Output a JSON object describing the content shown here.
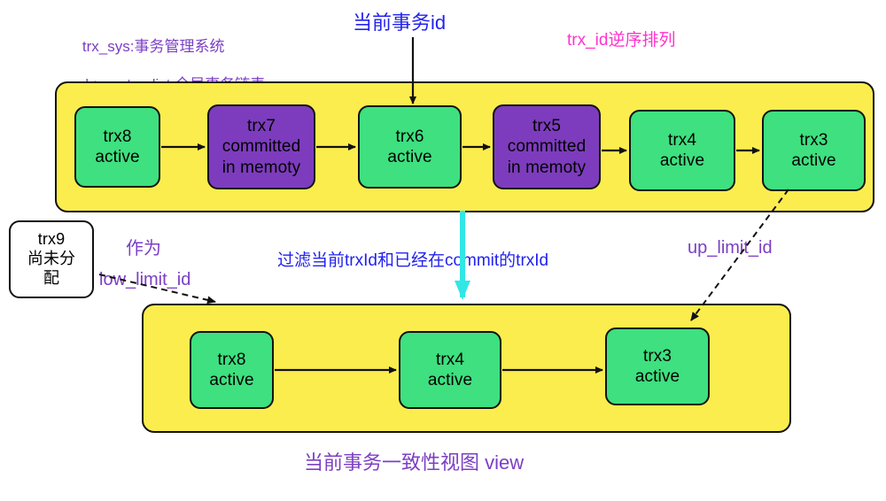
{
  "diagram": {
    "title_caption": "当前事务一致性视图 view",
    "annotations": {
      "sys_line1": "trx_sys:事务管理系统",
      "sys_line2": "|->rw_trx_list 全局事务链表",
      "current_trx_id": "当前事务id",
      "order_note": "trx_id逆序排列",
      "filter_note": "过滤当前trxId和已经在commit的trxId",
      "up_limit_id": "up_limit_id",
      "as_label": "作为",
      "low_limit_id": "low_limit_id"
    },
    "colors": {
      "container_fill": "#fced4e",
      "active_fill": "#3ee07f",
      "committed_fill": "#7d3cbd",
      "unassigned_fill": "#ffffff",
      "stroke": "#111111",
      "purple_text": "#7b3fc4",
      "blue_text": "#2222ee",
      "pink_text": "#ff33cc",
      "cyan_arrow": "#33e6e6"
    },
    "global_list": {
      "nodes": [
        {
          "id": "trx8",
          "line1": "trx8",
          "line2": "active",
          "line3": "",
          "state": "active"
        },
        {
          "id": "trx7",
          "line1": "trx7",
          "line2": "committed",
          "line3": "in memoty",
          "state": "committed"
        },
        {
          "id": "trx6",
          "line1": "trx6",
          "line2": "active",
          "line3": "",
          "state": "active"
        },
        {
          "id": "trx5",
          "line1": "trx5",
          "line2": "committed",
          "line3": "in memoty",
          "state": "committed"
        },
        {
          "id": "trx4",
          "line1": "trx4",
          "line2": "active",
          "line3": "",
          "state": "active"
        },
        {
          "id": "trx3",
          "line1": "trx3",
          "line2": "active",
          "line3": "",
          "state": "active"
        }
      ]
    },
    "unassigned": {
      "line1": "trx9",
      "line2": "尚未分",
      "line3": "配"
    },
    "view_list": {
      "nodes": [
        {
          "id": "trx8",
          "line1": "trx8",
          "line2": "active",
          "state": "active"
        },
        {
          "id": "trx4",
          "line1": "trx4",
          "line2": "active",
          "state": "active"
        },
        {
          "id": "trx3",
          "line1": "trx3",
          "line2": "active",
          "state": "active"
        }
      ]
    }
  }
}
